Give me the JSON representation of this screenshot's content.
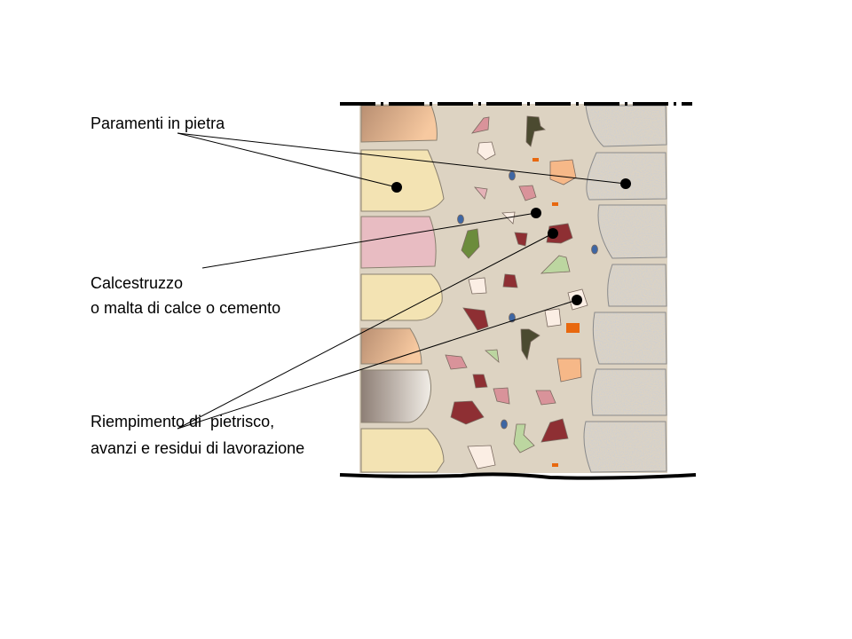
{
  "labels": {
    "facing_stones": "Paramenti in pietra",
    "concrete_line1": "Calcestruzzo",
    "concrete_line2": "o malta di calce o cemento",
    "infill_line1": "Riempimento di  pietrisco,",
    "infill_line2": "avanzi e residui di lavorazione"
  },
  "colors": {
    "mortar": "#ddd3c2",
    "granite": "#9a9da3",
    "sandstone": "#f3e3b3",
    "pink_stone": "#e8bcc2",
    "brick": "#8e2f33",
    "leader": "#000000"
  }
}
